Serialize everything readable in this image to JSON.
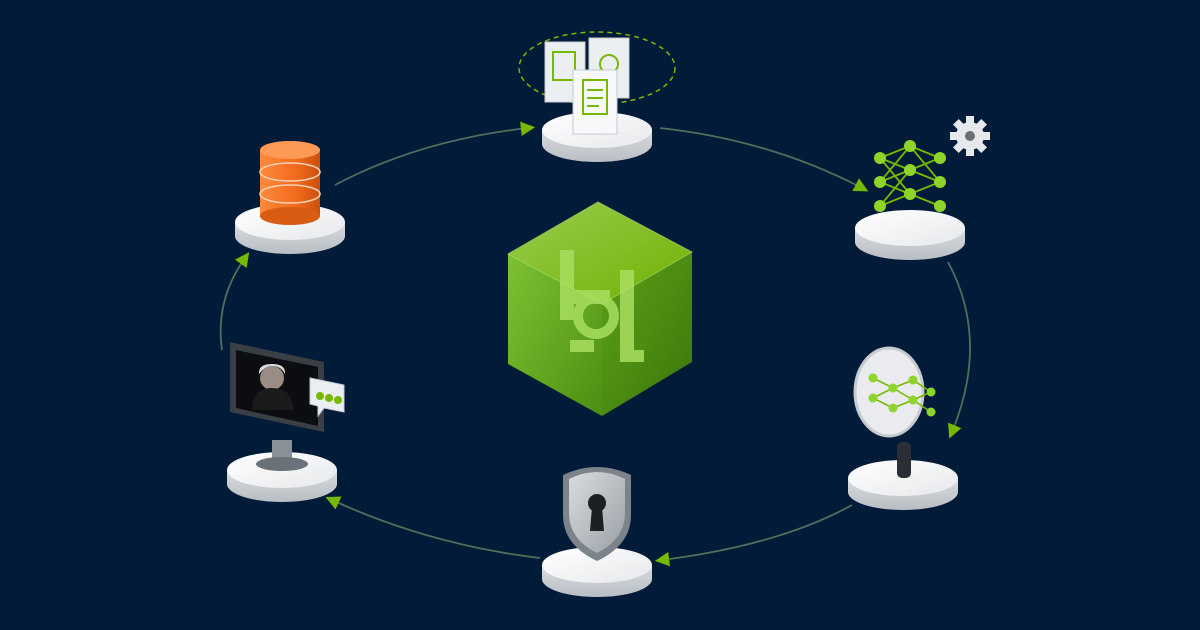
{
  "colors": {
    "background": "#021b38",
    "accent_green": "#76b900",
    "connector_line": "#4a6a5a",
    "pedestal_top": "#f4f4f4",
    "pedestal_side": "#c9cdd2",
    "database_orange": "#f26b1d",
    "shield_gray": "#8a8f96",
    "cube_green": "#5aa317"
  },
  "diagram": {
    "center": {
      "icon": "nvidia-nim-cube-icon"
    },
    "nodes": [
      {
        "id": "documents",
        "icon": "document-processing-icon"
      },
      {
        "id": "neural-network",
        "icon": "neural-network-gear-icon"
      },
      {
        "id": "inspection",
        "icon": "magnifier-network-icon"
      },
      {
        "id": "security",
        "icon": "shield-keyhole-icon"
      },
      {
        "id": "avatar",
        "icon": "digital-avatar-monitor-icon"
      },
      {
        "id": "database",
        "icon": "database-icon"
      }
    ],
    "flow": [
      [
        "database",
        "documents"
      ],
      [
        "documents",
        "neural-network"
      ],
      [
        "neural-network",
        "inspection"
      ],
      [
        "inspection",
        "security"
      ],
      [
        "security",
        "avatar"
      ],
      [
        "avatar",
        "database"
      ]
    ]
  }
}
